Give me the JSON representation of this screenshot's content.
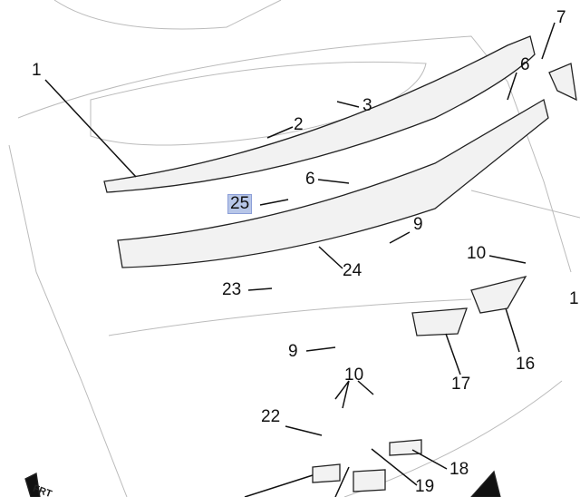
{
  "diagram": {
    "callouts": [
      {
        "id": "c1",
        "text": "1"
      },
      {
        "id": "c2",
        "text": "2"
      },
      {
        "id": "c3",
        "text": "3"
      },
      {
        "id": "c6a",
        "text": "6"
      },
      {
        "id": "c7",
        "text": "7"
      },
      {
        "id": "c6b",
        "text": "6"
      },
      {
        "id": "c25",
        "text": "25",
        "highlighted": true
      },
      {
        "id": "c9a",
        "text": "9"
      },
      {
        "id": "c10a",
        "text": "10"
      },
      {
        "id": "c1b",
        "text": "1"
      },
      {
        "id": "c24",
        "text": "24"
      },
      {
        "id": "c23",
        "text": "23"
      },
      {
        "id": "c9b",
        "text": "9"
      },
      {
        "id": "c16",
        "text": "16"
      },
      {
        "id": "c17",
        "text": "17"
      },
      {
        "id": "c10b",
        "text": "10"
      },
      {
        "id": "c22",
        "text": "22"
      },
      {
        "id": "c18",
        "text": "18"
      },
      {
        "id": "c19",
        "text": "19"
      }
    ],
    "direction_marker": "FRT",
    "highlight_color": "#b7c6e8"
  }
}
